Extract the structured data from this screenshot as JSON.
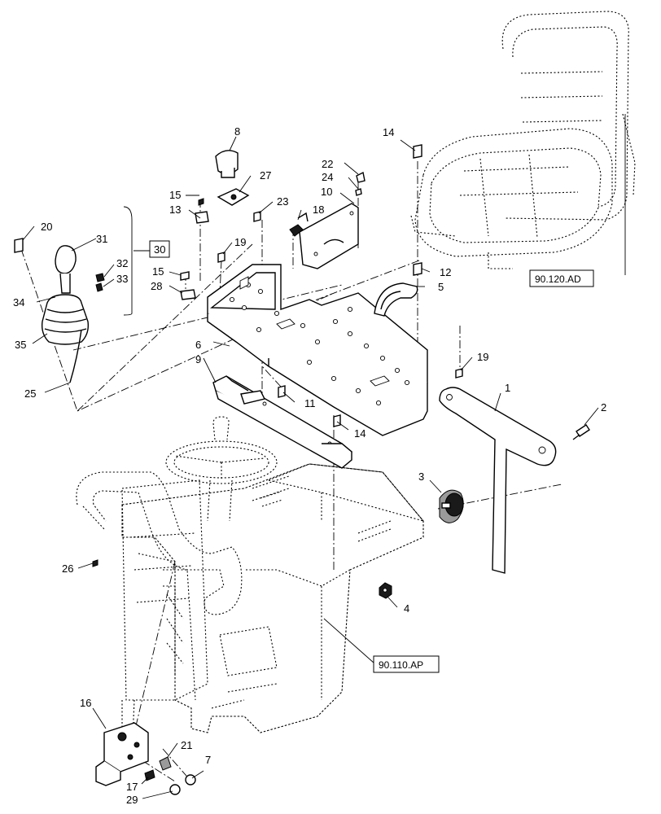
{
  "callouts": {
    "c1": "1",
    "c2": "2",
    "c3": "3",
    "c4": "4",
    "c5": "5",
    "c6": "6",
    "c7": "7",
    "c8": "8",
    "c9": "9",
    "c10": "10",
    "c11": "11",
    "c12": "12",
    "c13": "13",
    "c14a": "14",
    "c14b": "14",
    "c15a": "15",
    "c15b": "15",
    "c16": "16",
    "c17": "17",
    "c18": "18",
    "c19a": "19",
    "c19b": "19",
    "c20": "20",
    "c21": "21",
    "c22": "22",
    "c23": "23",
    "c24": "24",
    "c25": "25",
    "c26": "26",
    "c27": "27",
    "c28": "28",
    "c29": "29",
    "c30": "30",
    "c31": "31",
    "c32": "32",
    "c33": "33",
    "c34": "34",
    "c35": "35"
  },
  "references": {
    "seat": "90.120.AD",
    "frame": "90.110.AP"
  }
}
